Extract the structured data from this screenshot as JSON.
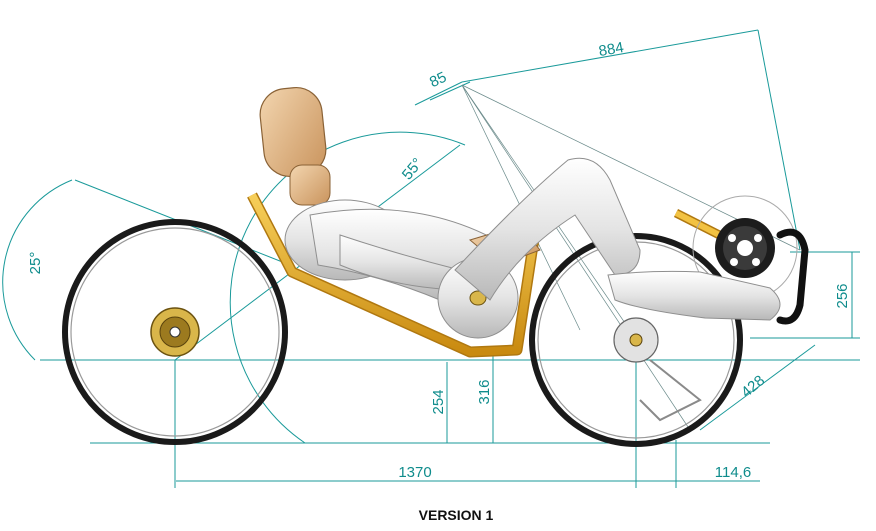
{
  "caption": "VERSION 1",
  "dimensions": {
    "wheelbase": "1370",
    "front_offset": "114,6",
    "seat_height_low": "254",
    "seat_height_high": "316",
    "crank_height": "256",
    "crank_reach": "428",
    "boom_length": "884",
    "head_offset": "85",
    "seat_angle": "55°",
    "back_angle": "25°"
  },
  "colors": {
    "dimension": "#0f8c8c",
    "frame": "#e0a21a",
    "tire": "#1a1a1a",
    "mannequin_body": "#e6e6e6",
    "mannequin_skin": "#e2b98a"
  }
}
